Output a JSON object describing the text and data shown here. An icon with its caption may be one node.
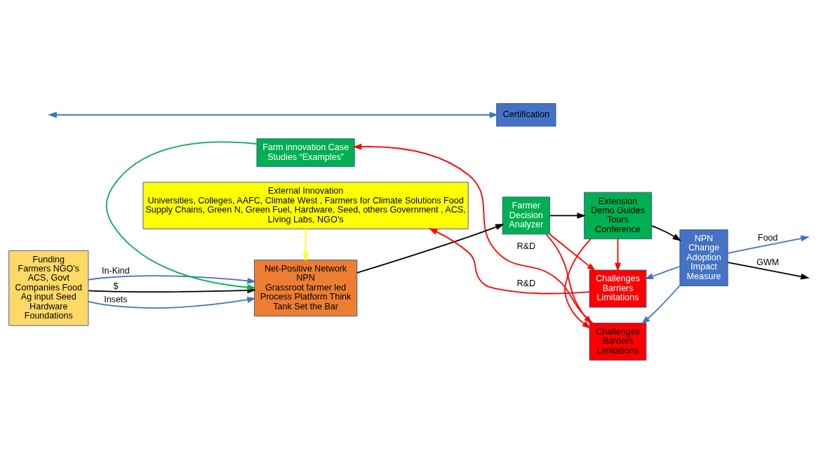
{
  "diagram": {
    "nodes": [
      {
        "text": [
          "Funding Farmers NGO’s ACS, Govt Companies Food Ag input Seed Hardware Foundations"
        ]
      },
      {
        "text": [
          "Farm innovation Case Studies “Examples”"
        ]
      },
      {
        "text": [
          "Challenges Barriers Limitations"
        ]
      },
      {
        "text": [
          "Net-Positive Network",
          "NPN",
          "Grassroot farmer led Process Platform Think Tank Set the Bar"
        ]
      },
      {
        "text": [
          "Farmer Decision Analyzer"
        ]
      },
      {
        "text": [
          "Extension Demo Guides Tours Conference"
        ]
      },
      {
        "text": [
          "NPN",
          "Change Adoption Impact Measure"
        ]
      },
      {
        "text": [
          "Challenges Barriers Limitations"
        ]
      },
      {
        "text": [
          "Certification"
        ]
      },
      {
        "text": [
          "External Innovation",
          "Universities, Colleges, AAFC, Climate West , Farmers for Climate Solutions Food Supply Chains, Green N, Green Fuel, Hardware, Seed, others Government , ACS, Living Labs, NGO’s"
        ]
      }
    ],
    "edges": [
      {
        "from": 0,
        "to": 3,
        "arrow": "to",
        "label": "In-Kind",
        "color": "#4472c4"
      },
      {
        "from": 0,
        "to": 3,
        "arrow": "to",
        "label": "$",
        "color": "#000000"
      },
      {
        "from": 0,
        "to": 3,
        "arrow": "to",
        "label": "Insets",
        "color": "#4472c4"
      },
      {
        "from": 1,
        "to": 3,
        "arrow": "to",
        "color": "#00b050"
      },
      {
        "from": 2,
        "to": 1,
        "arrow": "to",
        "label": "R&D",
        "color": "#ff0000"
      },
      {
        "from": 9,
        "to": 3,
        "arrow": "to",
        "color": "#ffff00"
      },
      {
        "from": 3,
        "to": 4,
        "arrow": "to",
        "color": "#000000"
      },
      {
        "from": null,
        "to": 8,
        "arrow": "both",
        "color": "#4472c4"
      },
      {
        "from": 4,
        "to": 2,
        "arrow": "to",
        "color": "#ff0000"
      },
      {
        "from": 4,
        "to": 7,
        "arrow": "to",
        "color": "#ff0000"
      },
      {
        "from": 4,
        "to": 5,
        "arrow": "to",
        "color": "#000000"
      },
      {
        "from": 5,
        "to": 2,
        "arrow": "to",
        "color": "#ff0000"
      },
      {
        "from": 5,
        "to": 7,
        "arrow": "to",
        "color": "#ff0000"
      },
      {
        "from": 5,
        "to": 6,
        "arrow": "to",
        "color": "#000000"
      },
      {
        "from": 6,
        "to": 2,
        "arrow": "to",
        "color": "#4472c4"
      },
      {
        "from": 6,
        "to": 7,
        "arrow": "to",
        "color": "#4472c4"
      },
      {
        "from": 6,
        "to": null,
        "arrow": "to",
        "label": "Food",
        "color": "#4472c4"
      },
      {
        "from": 6,
        "to": null,
        "arrow": "to",
        "label": "GWM",
        "color": "#000000"
      },
      {
        "from": 7,
        "to": 9,
        "arrow": "to",
        "label": "R&D",
        "color": "#ff0000"
      }
    ]
  }
}
